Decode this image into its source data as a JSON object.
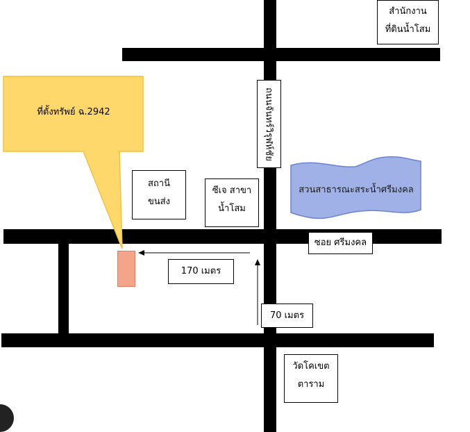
{
  "roads": {
    "main_road_name": "ถนนจันทร์วิรุฬห์ชัย",
    "soi_name": "ซอย ศรีมงคล"
  },
  "property": {
    "callout_label": "ที่ตั้งทรัพย์ ฉ.2942"
  },
  "landmarks": {
    "land_office": [
      "สำนักงาน",
      "ที่ดินน้ำโสม"
    ],
    "transport_station": [
      "สถานี",
      "ขนส่ง"
    ],
    "cj_store": [
      "ซีเจ สาขา",
      "น้ำโสม"
    ],
    "park": "สวนสาธารณะสระน้ำศรีมงคล",
    "temple": [
      "วัดโคเขต",
      "ตาราม"
    ]
  },
  "distances": {
    "horizontal": "170 เมตร",
    "vertical": "70 เมตร"
  },
  "colors": {
    "callout_fill": "#ffd86b",
    "callout_border": "#f2c23a",
    "park_fill": "#9fb1e6",
    "park_border": "#6b83cf",
    "property_fill": "#f4a488",
    "road": "#000000"
  }
}
